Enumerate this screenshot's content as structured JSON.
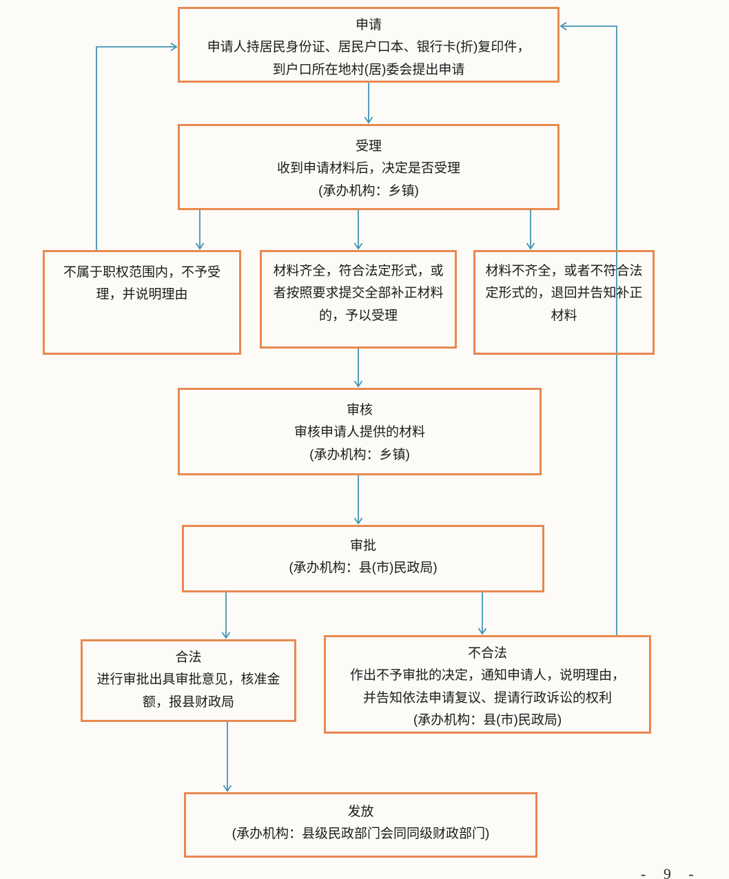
{
  "colors": {
    "page_bg": "#fcfbf7",
    "box_border": "#e8884e",
    "arrow": "#4094b6",
    "text": "#1b1b1b"
  },
  "nodes": {
    "apply": {
      "title": "申请",
      "line1": "申请人持居民身份证、居民户口本、银行卡(折)复印件，",
      "line2": "到户口所在地村(居)委会提出申请"
    },
    "accept": {
      "title": "受理",
      "line1": "收到申请材料后，决定是否受理",
      "line2": "(承办机构：乡镇)"
    },
    "out_of_scope": {
      "text": "不属于职权范围内，不予受理，并说明理由"
    },
    "materials_complete": {
      "text": "材料齐全，符合法定形式，或者按照要求提交全部补正材料的，予以受理"
    },
    "materials_incomplete": {
      "text": "材料不齐全，或者不符合法定形式的，退回并告知补正材料"
    },
    "review": {
      "title": "审核",
      "line1": "审核申请人提供的材料",
      "line2": "(承办机构：乡镇)"
    },
    "approval": {
      "title": "审批",
      "line1": "(承办机构：县(市)民政局)"
    },
    "legal": {
      "title": "合法",
      "text": "进行审批出具审批意见，核准金额，报县财政局"
    },
    "illegal": {
      "title": "不合法",
      "line1": "作出不予审批的决定，通知申请人，说明理由，",
      "line2": "并告知依法申请复议、提请行政诉讼的权利",
      "line3": "(承办机构：县(市)民政局)"
    },
    "disburse": {
      "title": "发放",
      "line1": "(承办机构：县级民政部门会同同级财政部门)"
    }
  },
  "page_number": "- 9 -"
}
